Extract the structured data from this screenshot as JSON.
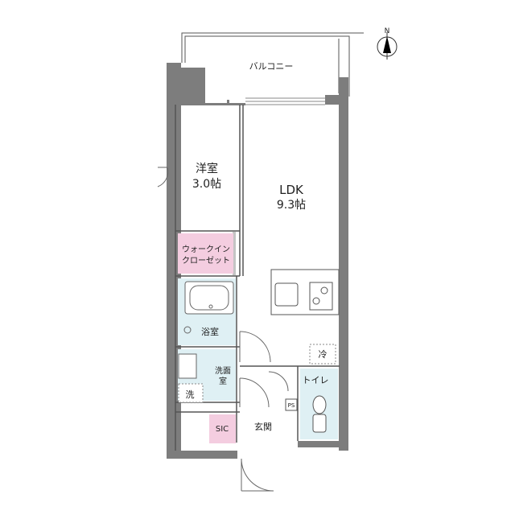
{
  "compass": {
    "north_label": "N"
  },
  "rooms": {
    "balcony": "バルコニー",
    "western_room_name": "洋室",
    "western_room_size": "3.0帖",
    "ldk_name": "LDK",
    "ldk_size": "9.3帖",
    "walk_in_closet_line1": "ウォークイン",
    "walk_in_closet_line2": "クローゼット",
    "bathroom": "浴室",
    "washroom_line1": "洗面",
    "washroom_line2": "室",
    "washer": "洗",
    "refrigerator": "冷",
    "toilet": "トイレ",
    "ps": "PS",
    "sic": "SIC",
    "entrance": "玄関"
  },
  "colors": {
    "wall": "#7d7d7d",
    "closet": "#f4cde0",
    "wet_area": "#dff0f4",
    "line": "#555555"
  }
}
